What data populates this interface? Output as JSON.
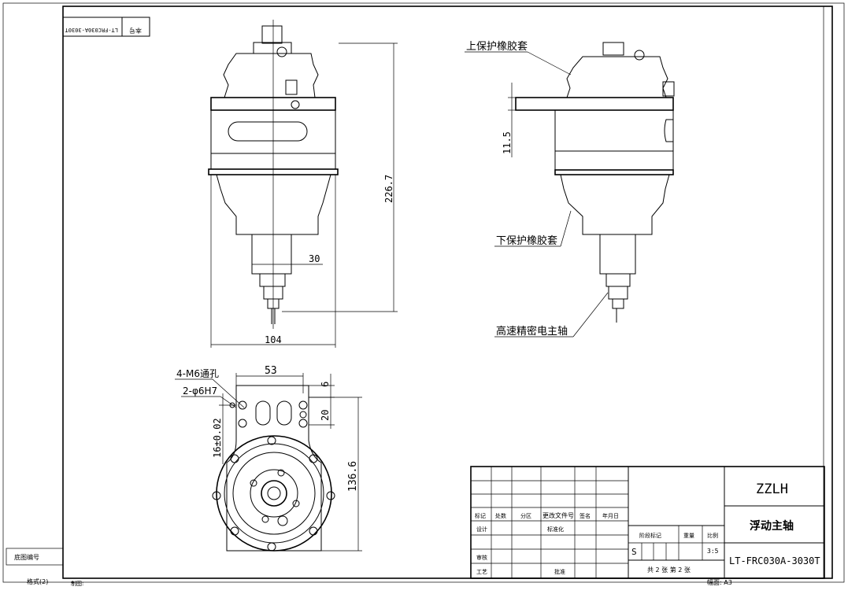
{
  "corner_stamp": {
    "code": "LT-FRC030A-3030T",
    "tag": "本号"
  },
  "front_view": {
    "height_dim": "226.7",
    "width_dim": "104",
    "shank_dim": "30"
  },
  "side_view": {
    "dim_115": "11.5",
    "labels": {
      "upper_boot": "上保护橡胶套",
      "lower_boot": "下保护橡胶套",
      "spindle": "高速精密电主轴"
    }
  },
  "bottom_view": {
    "label_holes": "4-M6通孔",
    "label_pins": "2-φ6H7",
    "dim_53": "53",
    "dim_6": "6",
    "dim_20": "20",
    "dim_16": "16±0.02",
    "dim_1366": "136.6"
  },
  "title_block": {
    "company": "ZZLH",
    "part_name": "浮动主轴",
    "drawing_no": "LT-FRC030A-3030T",
    "scale": "3:5",
    "stage": "S",
    "sheets": "共 2 张  第 2 张",
    "headers": [
      "标记",
      "处数",
      "分区",
      "更改文件号",
      "签名",
      "年月日"
    ],
    "rows": {
      "design": "设计",
      "standard": "标准化",
      "review": "审核",
      "process": "工艺",
      "approve": "批准"
    },
    "stage_mark": "阶段标记",
    "weight": "重量",
    "ratio": "比例"
  },
  "left_strip": {
    "base_no": "底图编号"
  },
  "footer": {
    "format": "格式(2)",
    "drawn": "制图:",
    "size": "幅面: A3"
  }
}
